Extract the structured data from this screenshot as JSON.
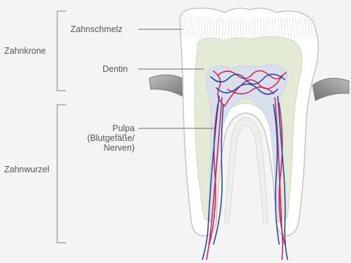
{
  "sections": {
    "crown": "Zahnkrone",
    "root": "Zahnwurzel"
  },
  "parts": {
    "enamel": "Zahnschmelz",
    "dentin": "Dentin",
    "pulp_line1": "Pulpa",
    "pulp_line2": "(Blutgefäße/",
    "pulp_line3": "Nerven)"
  },
  "colors": {
    "background": "#f4f4f4",
    "enamel": "#ffffff",
    "dentin": "#e3ead6",
    "pulp": "#d9e0ec",
    "gum": "#8a8a8a",
    "blood_vessel": "#d8205a",
    "nerve": "#1e4d9e",
    "bracket": "#808080",
    "leader_line": "#6a6a6a"
  }
}
